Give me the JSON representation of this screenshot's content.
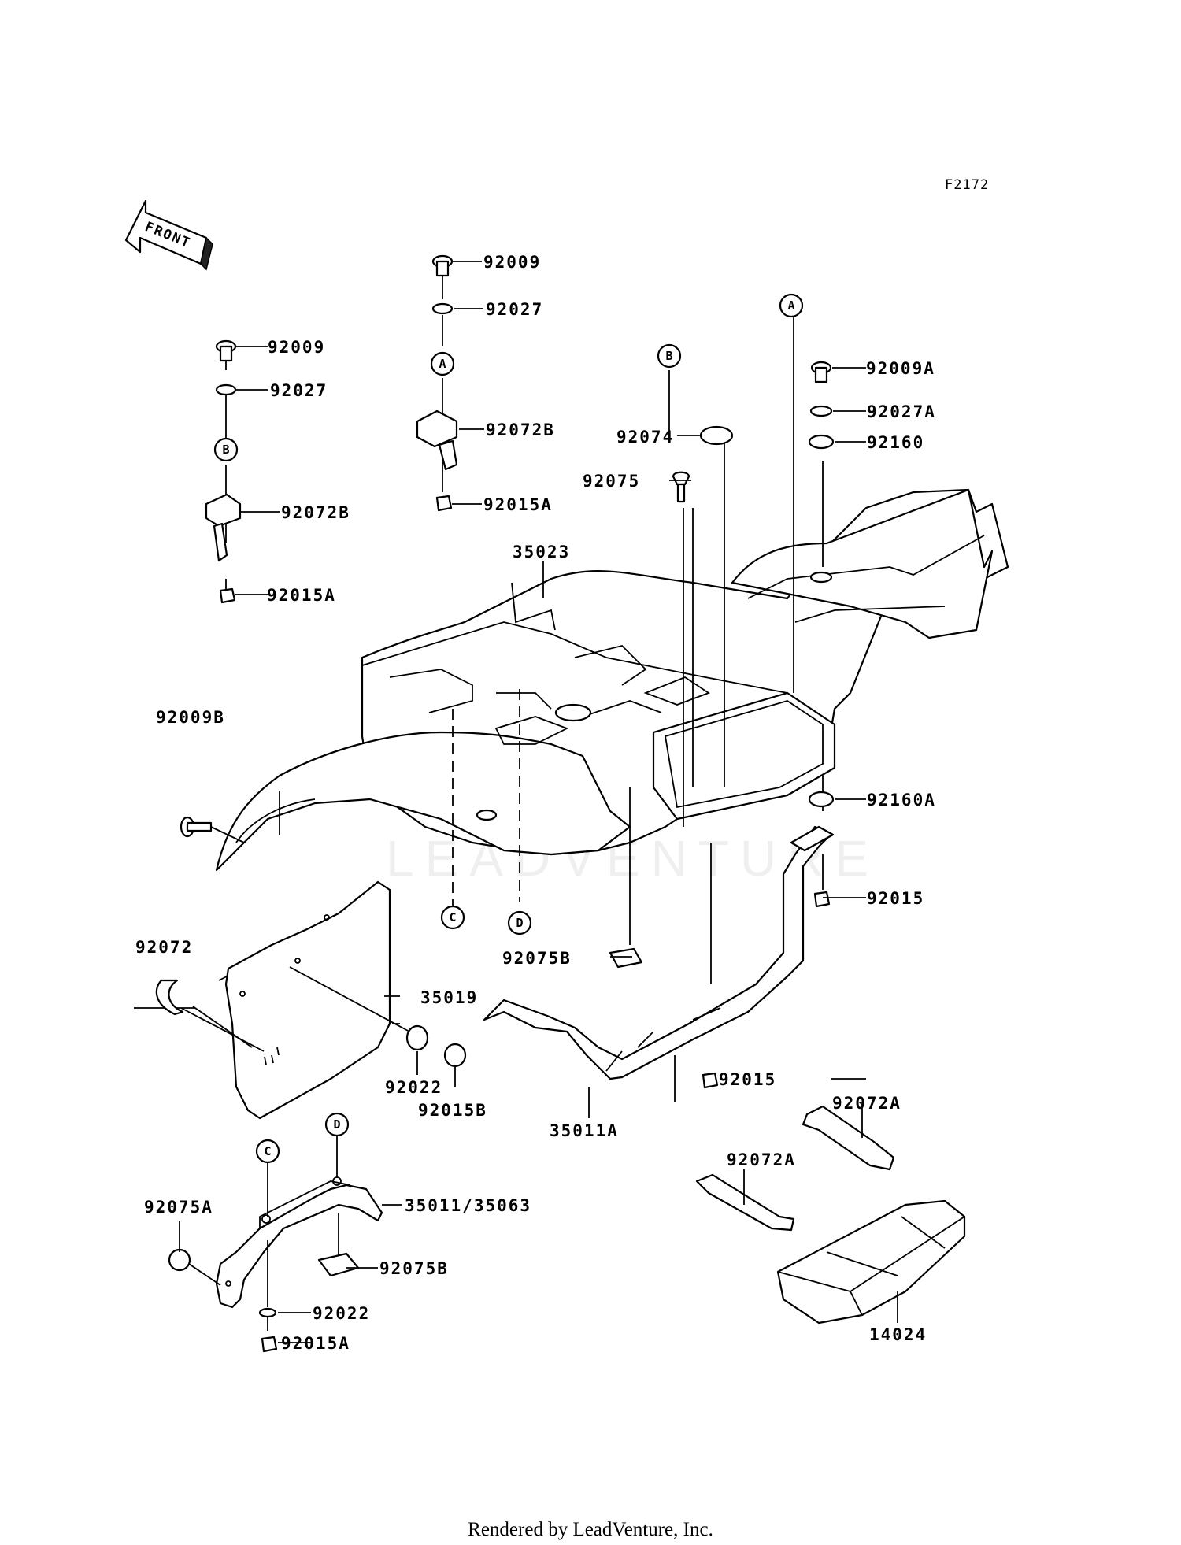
{
  "figure_code": "F2172",
  "front_label": "FRONT",
  "watermark": "LEADVENTURE",
  "footer": "Rendered by LeadVenture, Inc.",
  "callouts": {
    "c_92009_mid": "92009",
    "c_92027_mid": "92027",
    "c_92072B_mid": "92072B",
    "c_92015A_mid": "92015A",
    "c_92009_left": "92009",
    "c_92027_left": "92027",
    "c_92072B_left": "92072B",
    "c_92015A_left": "92015A",
    "c_92074": "92074",
    "c_92075": "92075",
    "c_92009A": "92009A",
    "c_92027A": "92027A",
    "c_92160": "92160",
    "c_35023": "35023",
    "c_92009B": "92009B",
    "c_92160A": "92160A",
    "c_92015_right": "92015",
    "c_92072": "92072",
    "c_35019": "35019",
    "c_92075B_mid": "92075B",
    "c_92022_mid": "92022",
    "c_92015B": "92015B",
    "c_35011A": "35011A",
    "c_92015_bottom": "92015",
    "c_92072A_upper": "92072A",
    "c_92072A_lower": "92072A",
    "c_92075A": "92075A",
    "c_35011_35063": "35011/35063",
    "c_92075B_bottom": "92075B",
    "c_92022_bottom": "92022",
    "c_92015A_bottom": "92015A",
    "c_14024": "14024"
  },
  "ref_markers": {
    "A_top": "A",
    "A_right": "A",
    "B_left": "B",
    "B_mid": "B",
    "C_mid": "C",
    "D_mid": "D",
    "C_bottom": "C",
    "D_bottom": "D"
  }
}
